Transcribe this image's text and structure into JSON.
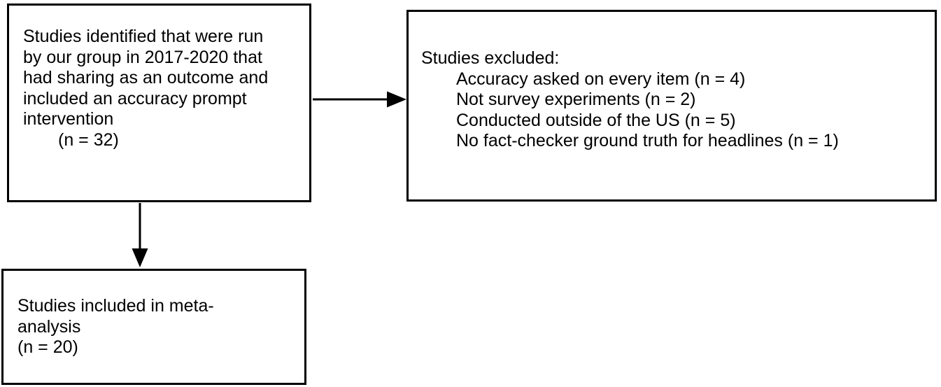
{
  "diagram": {
    "type": "study-flow-diagram",
    "colors": {
      "background": "#ffffff",
      "border": "#000000",
      "text": "#000000",
      "arrow": "#000000"
    },
    "boxes": {
      "identified": {
        "lines": [
          "Studies identified that were run",
          "by our group in 2017-2020 that",
          "had sharing as an outcome and",
          "included an accuracy prompt",
          "intervention"
        ],
        "count": "(n = 32)"
      },
      "excluded": {
        "title": "Studies excluded:",
        "items": [
          "Accuracy asked on every item (n = 4)",
          "Not survey experiments (n = 2)",
          "Conducted outside of the US (n = 5)",
          "No fact-checker ground truth for headlines (n = 1)"
        ]
      },
      "included": {
        "lines": [
          "Studies included in meta-",
          "analysis",
          "(n = 20)"
        ]
      }
    },
    "arrows": [
      {
        "from": "identified",
        "to": "excluded",
        "direction": "right"
      },
      {
        "from": "identified",
        "to": "included",
        "direction": "down"
      }
    ]
  }
}
